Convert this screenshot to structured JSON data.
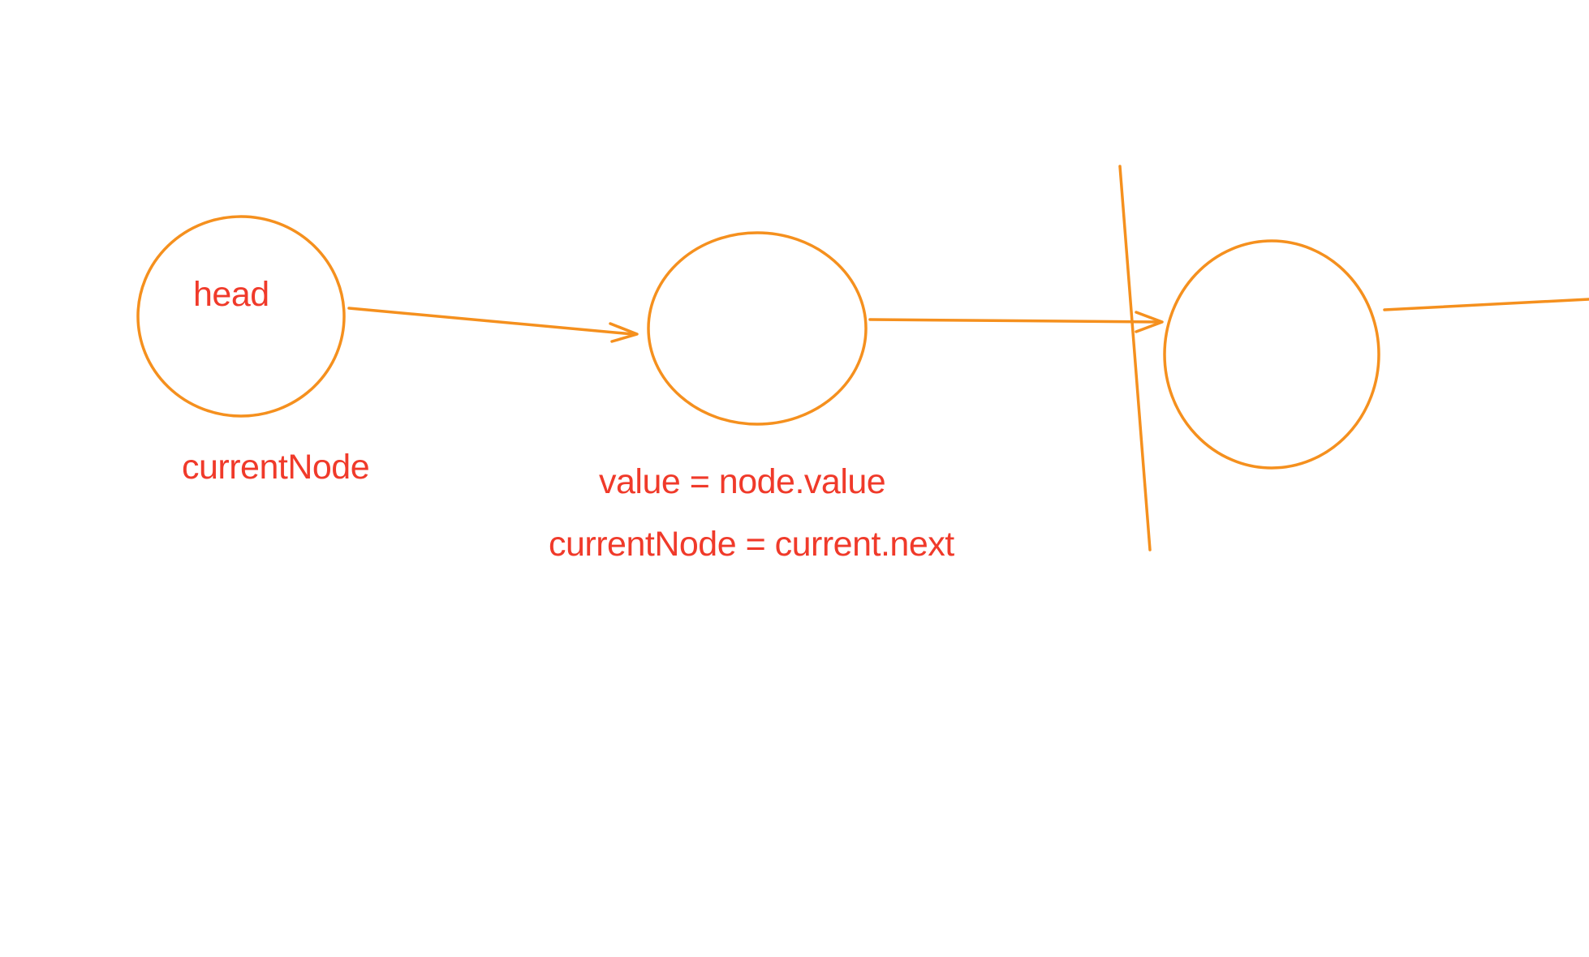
{
  "diagram": {
    "labels": {
      "head": "head",
      "current_node": "currentNode",
      "value_assignment": "value = node.value",
      "current_node_assignment": "currentNode = current.next"
    },
    "nodes": [
      {
        "id": "node-1",
        "label": "head"
      },
      {
        "id": "node-2",
        "label": ""
      },
      {
        "id": "node-3",
        "label": ""
      }
    ],
    "edges": [
      {
        "from": "node-1",
        "to": "node-2"
      },
      {
        "from": "node-2",
        "to": "node-3"
      },
      {
        "from": "node-3",
        "to": "off-page"
      }
    ]
  },
  "colors": {
    "stroke": "#f5901e",
    "text": "#f03a2a",
    "background": "#ffffff"
  }
}
